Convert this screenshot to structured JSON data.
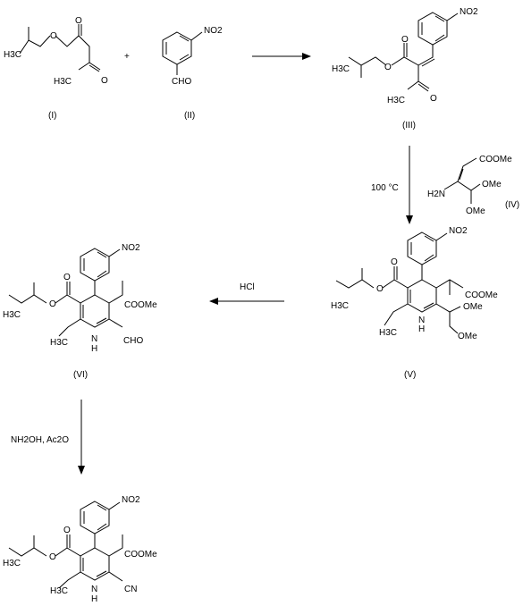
{
  "plus": "+",
  "compounds": {
    "c1": {
      "label": "(I)",
      "h3c": "H3C",
      "methyl": "H3C",
      "o_ester": "O",
      "o_carbonyl": "O",
      "o_keto": "O"
    },
    "c2": {
      "label": "(II)",
      "nitro": "NO2",
      "cho": "CHO"
    },
    "c3": {
      "label": "(III)",
      "nitro": "NO2",
      "h3c": "H3C",
      "o_ester": "O",
      "o_carbonyl": "O",
      "acetyl": "H3C",
      "o_keto": "O"
    },
    "c4": {
      "label": "(IV)",
      "cooMe": "COOMe",
      "h2n": "H2N",
      "ome1": "OMe",
      "ome2": "OMe"
    },
    "c5": {
      "label": "(V)",
      "nitro": "NO2",
      "h3c": "H3C",
      "o_ester": "O",
      "o_carbonyl": "O",
      "cooMe": "COOMe",
      "methyl": "H3C",
      "nh": "N",
      "h": "H",
      "ome1": "OMe",
      "ome2": "OMe"
    },
    "c6": {
      "label": "(VI)",
      "nitro": "NO2",
      "h3c": "H3C",
      "o_ester": "O",
      "o_carbonyl": "O",
      "cooMe": "COOMe",
      "methyl": "H3C",
      "nh": "N",
      "h": "H",
      "cho": "CHO"
    },
    "c7": {
      "nitro": "NO2",
      "h3c": "H3C",
      "o_ester": "O",
      "o_carbonyl": "O",
      "cooMe": "COOMe",
      "methyl": "H3C",
      "nh": "N",
      "h": "H",
      "cn": "CN"
    }
  },
  "conditions": {
    "step2": "100 °C",
    "step3": "HCl",
    "step4": "NH2OH, Ac2O"
  }
}
